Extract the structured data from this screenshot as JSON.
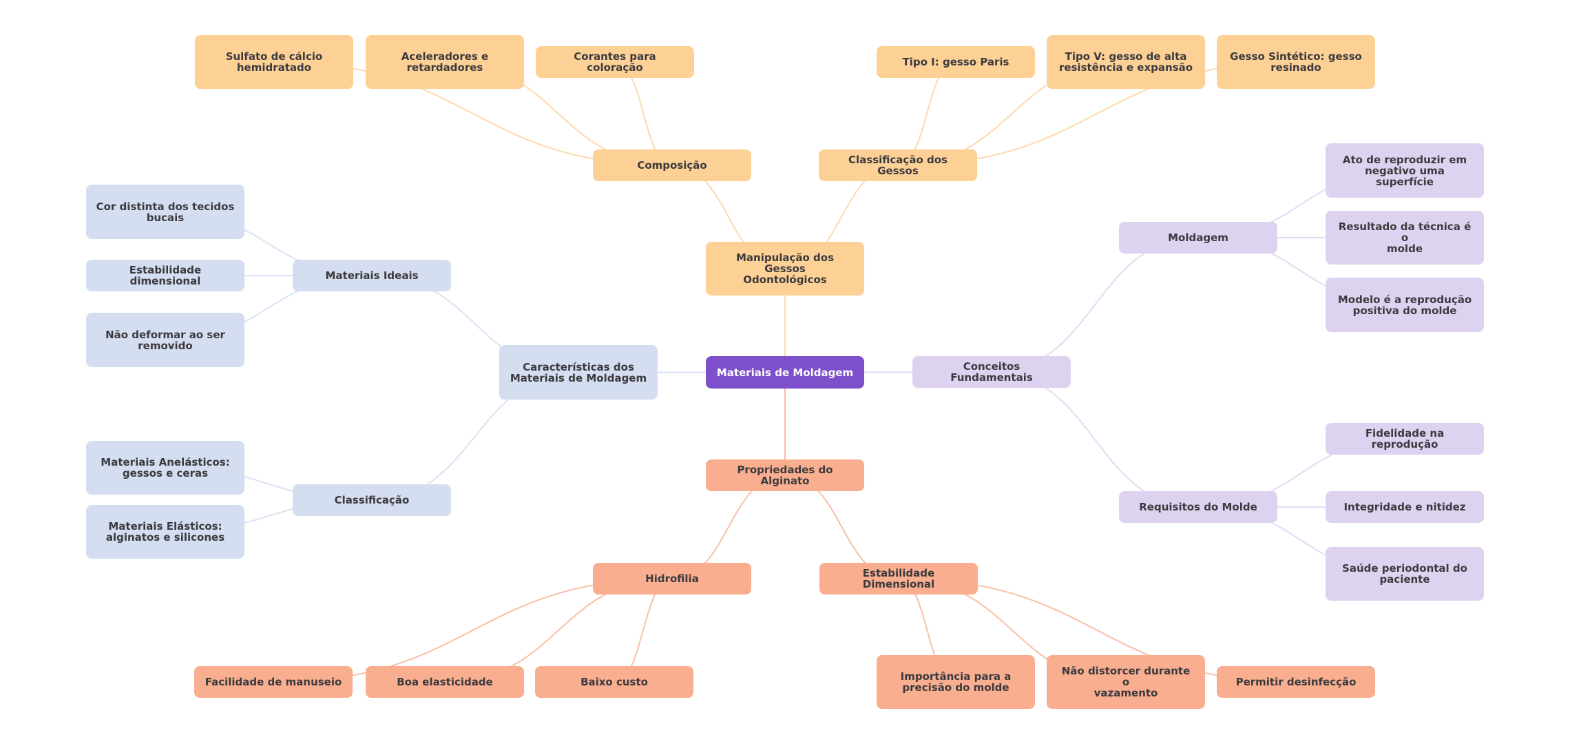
{
  "title": "Materiais de Moldagem",
  "colors": {
    "root": "#7e4fca",
    "root_text": "#ffffff",
    "node_text": "#3b3a3e",
    "background": "#ffffff",
    "branches": {
      "gessos": {
        "fill": "#fdd196",
        "edge": "#fdd9ae"
      },
      "caracteristicas": {
        "fill": "#d5ddf1",
        "edge": "#dbe2f4"
      },
      "conceitos": {
        "fill": "#ddd3f0",
        "edge": "#e2daf4"
      },
      "alginato": {
        "fill": "#f9ae8f",
        "edge": "#f9bfa6"
      }
    }
  },
  "nodes": [
    {
      "id": "root",
      "label": "Materiais de Moldagem",
      "parent": null,
      "branch": "root"
    },
    {
      "id": "manipulacao",
      "label": "Manipulação dos Gessos\nOdontológicos",
      "parent": "root",
      "branch": "gessos"
    },
    {
      "id": "composicao",
      "label": "Composição",
      "parent": "manipulacao",
      "branch": "gessos"
    },
    {
      "id": "sulfato",
      "label": "Sulfato de cálcio\nhemidratado",
      "parent": "composicao",
      "branch": "gessos"
    },
    {
      "id": "aceleradores",
      "label": "Aceleradores e\nretardadores",
      "parent": "composicao",
      "branch": "gessos"
    },
    {
      "id": "corantes",
      "label": "Corantes para coloração",
      "parent": "composicao",
      "branch": "gessos"
    },
    {
      "id": "classif-gessos",
      "label": "Classificação dos Gessos",
      "parent": "manipulacao",
      "branch": "gessos"
    },
    {
      "id": "tipo-i",
      "label": "Tipo I: gesso Paris",
      "parent": "classif-gessos",
      "branch": "gessos"
    },
    {
      "id": "tipo-v",
      "label": "Tipo V: gesso de alta\nresistência e expansão",
      "parent": "classif-gessos",
      "branch": "gessos"
    },
    {
      "id": "gesso-sintetico",
      "label": "Gesso Sintético: gesso\nresinado",
      "parent": "classif-gessos",
      "branch": "gessos"
    },
    {
      "id": "caracteristicas",
      "label": "Características dos\nMateriais de Moldagem",
      "parent": "root",
      "branch": "caracteristicas"
    },
    {
      "id": "materiais-ideais",
      "label": "Materiais Ideais",
      "parent": "caracteristicas",
      "branch": "caracteristicas"
    },
    {
      "id": "cor-distinta",
      "label": "Cor distinta dos tecidos\nbucais",
      "parent": "materiais-ideais",
      "branch": "caracteristicas"
    },
    {
      "id": "estab-dimensional",
      "label": "Estabilidade dimensional",
      "parent": "materiais-ideais",
      "branch": "caracteristicas"
    },
    {
      "id": "nao-deformar",
      "label": "Não deformar ao ser\nremovido",
      "parent": "materiais-ideais",
      "branch": "caracteristicas"
    },
    {
      "id": "classificacao",
      "label": "Classificação",
      "parent": "caracteristicas",
      "branch": "caracteristicas"
    },
    {
      "id": "anelasticos",
      "label": "Materiais Anelásticos:\ngessos e ceras",
      "parent": "classificacao",
      "branch": "caracteristicas"
    },
    {
      "id": "elasticos",
      "label": "Materiais Elásticos:\nalginatos e silicones",
      "parent": "classificacao",
      "branch": "caracteristicas"
    },
    {
      "id": "conceitos",
      "label": "Conceitos Fundamentais",
      "parent": "root",
      "branch": "conceitos"
    },
    {
      "id": "moldagem",
      "label": "Moldagem",
      "parent": "conceitos",
      "branch": "conceitos"
    },
    {
      "id": "ato",
      "label": "Ato de reproduzir em\nnegativo uma superfície",
      "parent": "moldagem",
      "branch": "conceitos"
    },
    {
      "id": "resultado",
      "label": "Resultado da técnica é o\nmolde",
      "parent": "moldagem",
      "branch": "conceitos"
    },
    {
      "id": "modelo",
      "label": "Modelo é a reprodução\npositiva do molde",
      "parent": "moldagem",
      "branch": "conceitos"
    },
    {
      "id": "requisitos",
      "label": "Requisitos do Molde",
      "parent": "conceitos",
      "branch": "conceitos"
    },
    {
      "id": "fidelidade",
      "label": "Fidelidade na reprodução",
      "parent": "requisitos",
      "branch": "conceitos"
    },
    {
      "id": "integridade",
      "label": "Integridade e nitidez",
      "parent": "requisitos",
      "branch": "conceitos"
    },
    {
      "id": "saude",
      "label": "Saúde periodontal do\npaciente",
      "parent": "requisitos",
      "branch": "conceitos"
    },
    {
      "id": "propriedades",
      "label": "Propriedades do Alginato",
      "parent": "root",
      "branch": "alginato"
    },
    {
      "id": "hidrofilia",
      "label": "Hidrofilia",
      "parent": "propriedades",
      "branch": "alginato"
    },
    {
      "id": "facilidade",
      "label": "Facilidade de manuseio",
      "parent": "hidrofilia",
      "branch": "alginato"
    },
    {
      "id": "boa-elasticidade",
      "label": "Boa elasticidade",
      "parent": "hidrofilia",
      "branch": "alginato"
    },
    {
      "id": "baixo-custo",
      "label": "Baixo custo",
      "parent": "hidrofilia",
      "branch": "alginato"
    },
    {
      "id": "estab-dim-alg",
      "label": "Estabilidade Dimensional",
      "parent": "propriedades",
      "branch": "alginato"
    },
    {
      "id": "importancia",
      "label": "Importância para a\nprecisão do molde",
      "parent": "estab-dim-alg",
      "branch": "alginato"
    },
    {
      "id": "nao-distorcer",
      "label": "Não distorcer durante o\nvazamento",
      "parent": "estab-dim-alg",
      "branch": "alginato"
    },
    {
      "id": "permitir",
      "label": "Permitir desinfecção",
      "parent": "estab-dim-alg",
      "branch": "alginato"
    }
  ]
}
